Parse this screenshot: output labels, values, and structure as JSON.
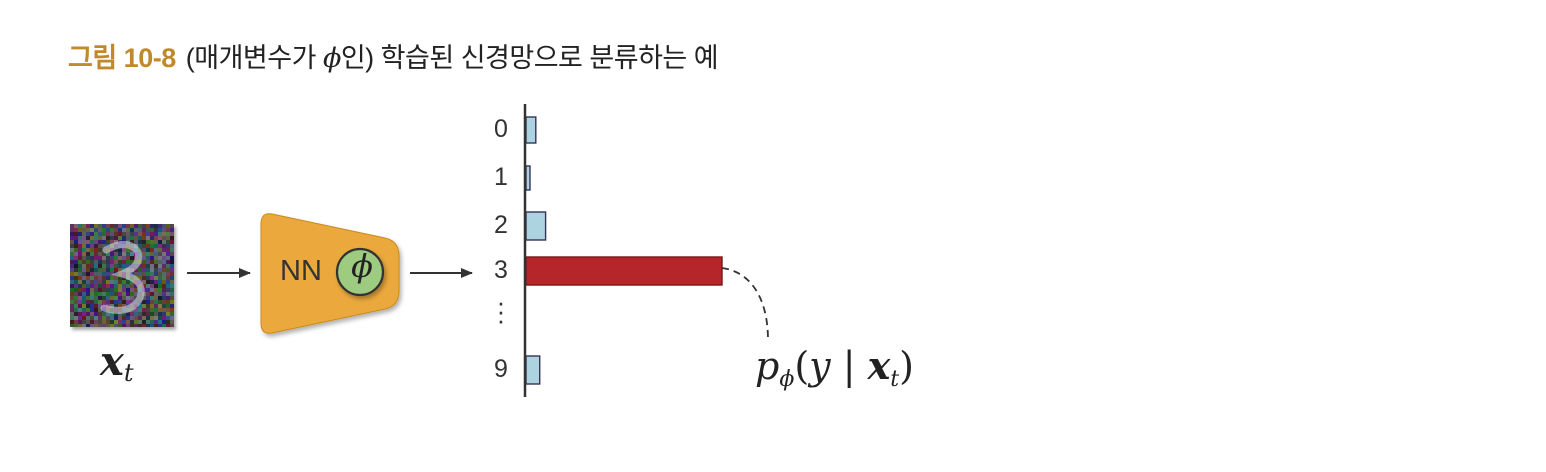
{
  "caption": {
    "label": "그림 10-8",
    "text_before": "(매개변수가 ",
    "phi": "ϕ",
    "text_after": "인) 학습된 신경망으로 분류하는 예"
  },
  "input": {
    "symbol": "x",
    "subscript": "t"
  },
  "network": {
    "label": "NN",
    "param": "ϕ"
  },
  "output_label": {
    "p": "p",
    "p_sub": "ϕ",
    "open": "(",
    "y": "y",
    "bar": " | ",
    "x": "x",
    "x_sub": "t",
    "close": ")"
  },
  "chart_data": {
    "type": "bar",
    "orientation": "horizontal",
    "categories": [
      "0",
      "1",
      "2",
      "3",
      "⋮",
      "9"
    ],
    "values": [
      0.05,
      0.02,
      0.1,
      1.0,
      null,
      0.07
    ],
    "highlight": "3",
    "colors": {
      "default": "#add3e0",
      "highlight": "#b5262b"
    }
  }
}
